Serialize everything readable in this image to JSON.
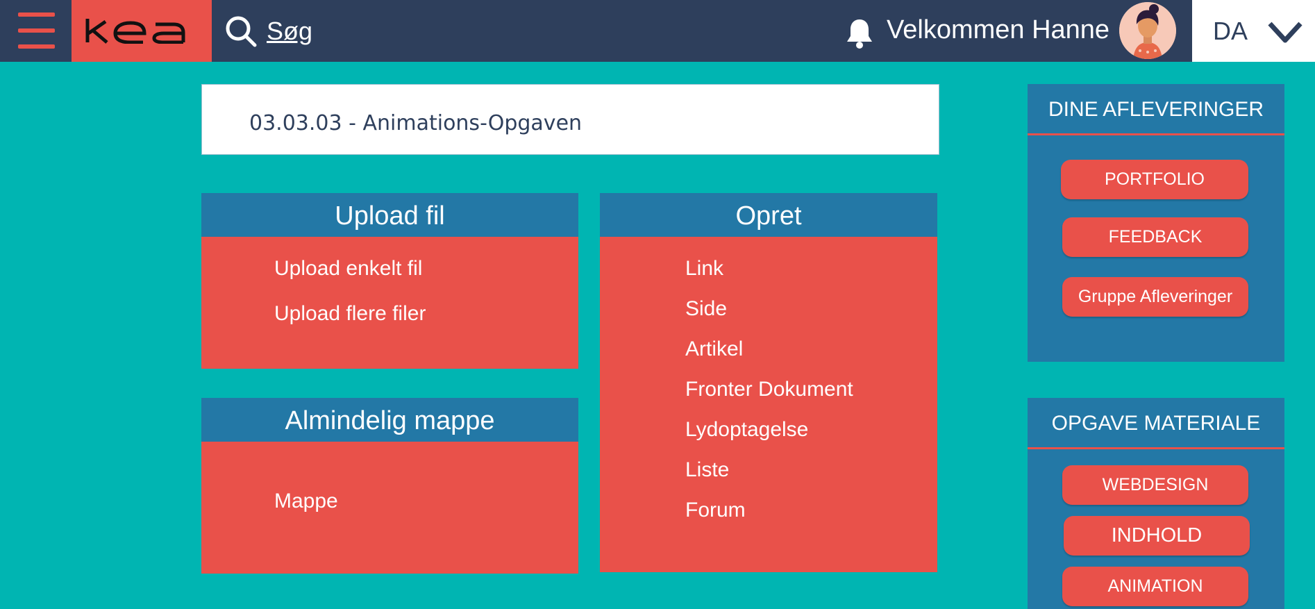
{
  "header": {
    "logo_text": "kea",
    "search_label": "Søg",
    "welcome": "Velkommen Hanne",
    "language": "DA",
    "icons": {
      "menu": "hamburger-icon",
      "search": "search-icon",
      "notifications": "bell-icon",
      "language": "chevron-down-icon"
    }
  },
  "page": {
    "title": "03.03.03 - Animations-Opgaven"
  },
  "upload": {
    "heading": "Upload fil",
    "items": [
      "Upload enkelt fil",
      "Upload flere filer"
    ]
  },
  "folder": {
    "heading": "Almindelig mappe",
    "items": [
      "Mappe"
    ]
  },
  "create": {
    "heading": "Opret",
    "items": [
      "Link",
      "Side",
      "Artikel",
      "Fronter Dokument",
      "Lydoptagelse",
      "Liste",
      "Forum"
    ]
  },
  "submissions": {
    "heading": "DINE AFLEVERINGER",
    "buttons": [
      "PORTFOLIO",
      "FEEDBACK",
      "Gruppe Afleveringer"
    ]
  },
  "materials": {
    "heading": "OPGAVE MATERIALE",
    "buttons": [
      "WEBDESIGN",
      "INDHOLD",
      "ANIMATION"
    ]
  },
  "colors": {
    "topbar": "#2e3f5c",
    "accent": "#e9514a",
    "background": "#00b5b2",
    "panel_header": "#2378a6"
  }
}
